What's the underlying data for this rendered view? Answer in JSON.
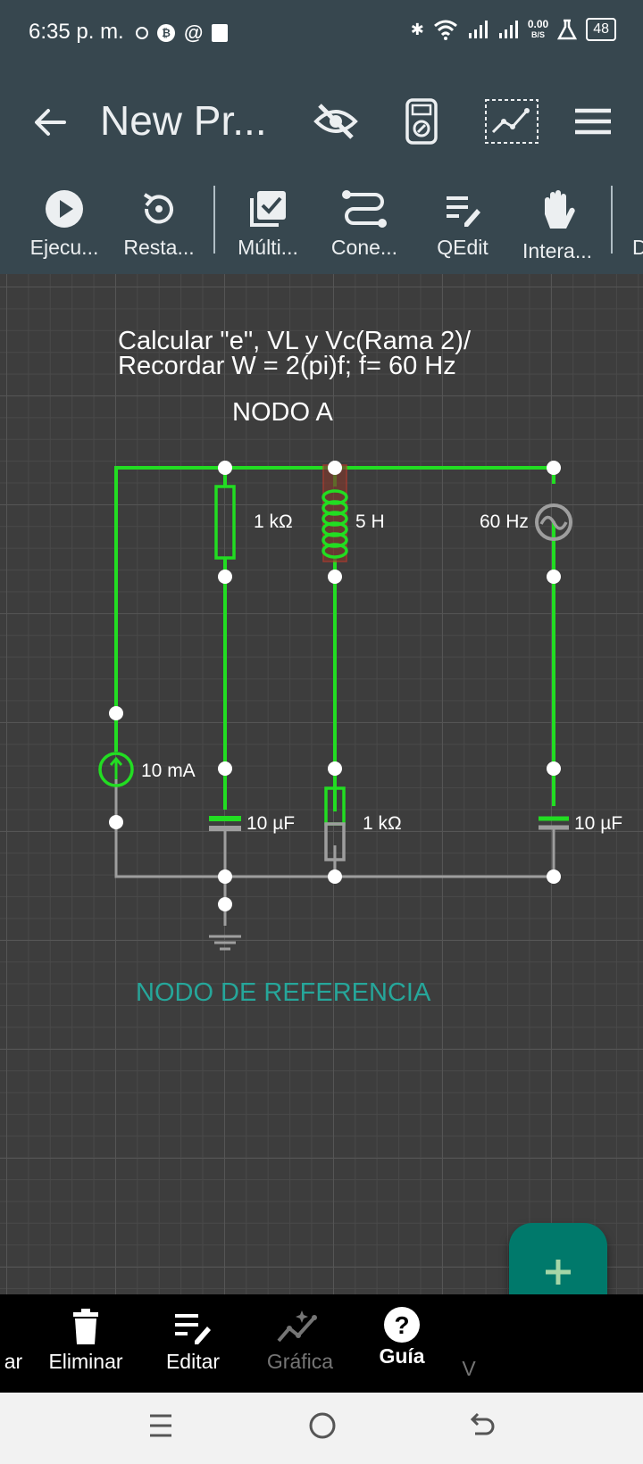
{
  "status_bar": {
    "time": "6:35 p. m.",
    "net_speed_value": "0.00",
    "net_speed_unit": "B/S",
    "battery": "48"
  },
  "app_bar": {
    "title": "New Pr..."
  },
  "toolbar": {
    "items": [
      {
        "label": "Ejecu..."
      },
      {
        "label": "Resta..."
      },
      {
        "label": "Múlti..."
      },
      {
        "label": "Cone..."
      },
      {
        "label": "QEdit"
      },
      {
        "label": "Intera..."
      },
      {
        "label": "D"
      }
    ]
  },
  "canvas": {
    "note_line1": "Calcular \"e\", VL y Vc(Rama 2)/",
    "note_line2": "Recordar  W = 2(pi)f; f= 60 Hz",
    "node_a_label": "NODO A",
    "reference_label": "NODO DE REFERENCIA",
    "components": {
      "r1_label": "1 kΩ",
      "inductor_label": "5 H",
      "ac_source_label": "60 Hz",
      "current_source_label": "10 mA",
      "c1_label": "10 µF",
      "r2_label": "1 kΩ",
      "c2_label": "10 µF"
    }
  },
  "bottom_nav": {
    "items": [
      {
        "label": "ar"
      },
      {
        "label": "Eliminar"
      },
      {
        "label": "Editar"
      },
      {
        "label": "Gráfica"
      },
      {
        "label": "Guía"
      },
      {
        "label": "V"
      }
    ]
  },
  "colors": {
    "bar_bg": "#37474f",
    "wire_active": "#22dd22",
    "wire_inactive": "#9e9e9e",
    "reference_text": "#26a69a",
    "fab": "#00796b"
  }
}
